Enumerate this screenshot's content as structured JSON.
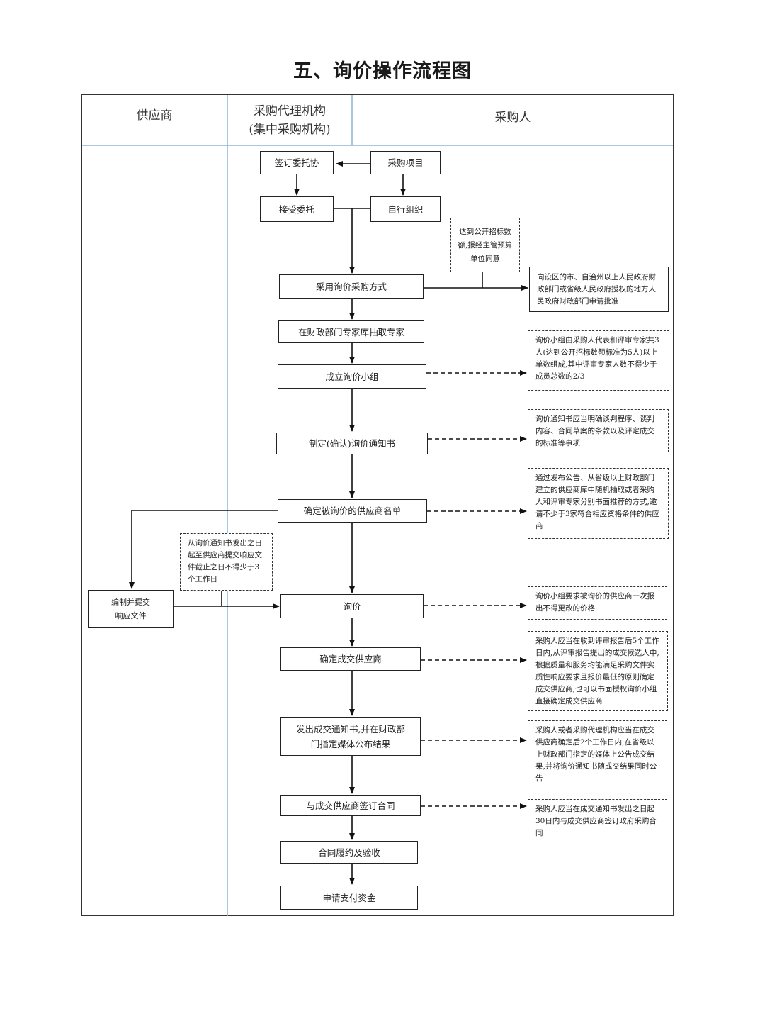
{
  "title": "五、询价操作流程图",
  "lanes": {
    "supplier": "供应商",
    "agency_line1": "采购代理机构",
    "agency_line2": "(集中采购机构)",
    "purchaser": "采购人"
  },
  "steps": {
    "sign_commission": "签订委托协",
    "purchase_project": "采购项目",
    "accept_commission": "接受委托",
    "self_organize": "自行组织",
    "adopt_inquiry": "采用询价采购方式",
    "draw_experts": "在财政部门专家库抽取专家",
    "form_group": "成立询价小组",
    "draft_notice": "制定(确认)询价通知书",
    "confirm_suppliers": "确定被询价的供应商名单",
    "prepare_response_line1": "编制并提交",
    "prepare_response_line2": "响应文件",
    "inquiry": "询价",
    "determine_supplier": "确定成交供应商",
    "issue_notice_line1": "发出成交通知书,并在财政部",
    "issue_notice_line2": "门指定媒体公布结果",
    "sign_contract": "与成交供应商签订合同",
    "perform_accept": "合同履约及验收",
    "apply_payment": "申请支付资金"
  },
  "notes": {
    "public_tender": "达到公开招标数额,报经主管预算单位同意",
    "approval": "向设区的市、自治州以上人民政府财政部门或省级人民政府授权的地方人民政府财政部门申请批准",
    "group_rule": "询价小组由采购人代表和评审专家共3人(达到公开招标数额标准为5人)以上单数组成,其中评审专家人数不得少于成员总数的2/3",
    "notice_content": "询价通知书应当明确谈判程序、谈判内容、合同草案的条款以及评定成交的标准等事项",
    "supplier_selection": "通过发布公告、从省级以上财政部门建立的供应商库中随机抽取或者采购人和评审专家分别书面推荐的方式,邀请不少于3家符合相应资格条件的供应商",
    "deadline": "从询价通知书发出之日起至供应商提交响应文件截止之日不得少于3个工作日",
    "one_quote": "询价小组要求被询价的供应商一次报出不得更改的价格",
    "confirm_rule": "采购人应当在收到评审报告后5个工作日内,从评审报告提出的成交候选人中,根据质量和服务均能满足采购文件实质性响应要求且报价最低的原则确定成交供应商,也可以书面授权询价小组直接确定成交供应商",
    "announce_rule": "采购人或者采购代理机构应当在成交供应商确定后2个工作日内,在省级以上财政部门指定的媒体上公告成交结果,并将询价通知书随成交结果同时公告",
    "contract_rule": "采购人应当在成交通知书发出之日起30日内与成交供应商签订政府采购合同"
  }
}
